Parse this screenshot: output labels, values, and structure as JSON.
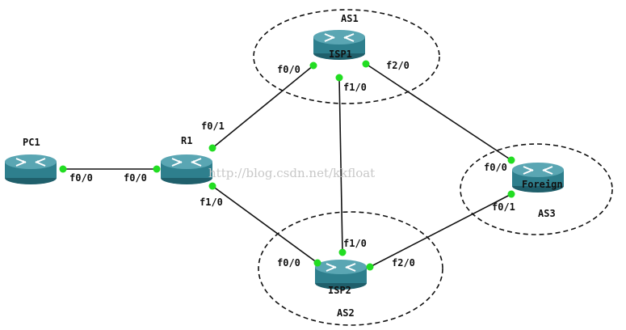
{
  "watermark": "http://blog.csdn.net/kkfloat",
  "areas": [
    {
      "id": "as1",
      "label": "AS1"
    },
    {
      "id": "as2",
      "label": "AS2"
    },
    {
      "id": "as3",
      "label": "AS3"
    }
  ],
  "devices": [
    {
      "id": "pc1",
      "label": "PC1"
    },
    {
      "id": "r1",
      "label": "R1"
    },
    {
      "id": "isp1",
      "label": "ISP1"
    },
    {
      "id": "isp2",
      "label": "ISP2"
    },
    {
      "id": "foreign",
      "label": "Foreign"
    }
  ],
  "links": [
    {
      "id": "pc1-r1",
      "a_port": "f0/0",
      "b_port": "f0/0"
    },
    {
      "id": "r1-isp1",
      "a_port": "f0/1",
      "b_port": "f0/0"
    },
    {
      "id": "r1-isp2",
      "a_port": "f1/0",
      "b_port": "f0/0"
    },
    {
      "id": "isp1-isp2",
      "a_port": "f1/0",
      "b_port": "f1/0"
    },
    {
      "id": "isp1-foreign",
      "a_port": "f2/0",
      "b_port": "f0/0"
    },
    {
      "id": "isp2-foreign",
      "a_port": "f2/0",
      "b_port": "f0/1"
    }
  ],
  "colors": {
    "router_top": "#4f9aa8",
    "router_body": "#2e7f8d",
    "router_dark": "#1f5f6b",
    "link": "#111111",
    "port_dot": "#22dd22",
    "ellipse": "#111111"
  }
}
